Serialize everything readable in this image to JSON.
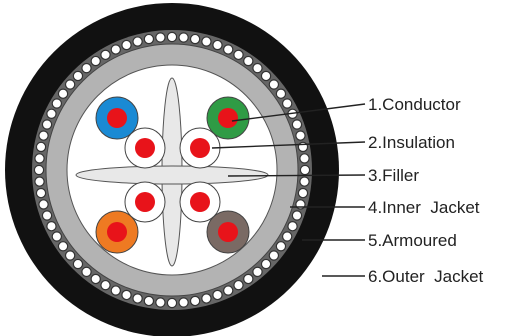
{
  "diagram": {
    "labels": [
      {
        "id": "conductor",
        "text": "1.Conductor"
      },
      {
        "id": "insulation",
        "text": "2.Insulation"
      },
      {
        "id": "filler",
        "text": "3.Filler"
      },
      {
        "id": "inner-jacket",
        "text": "4.Inner  Jacket"
      },
      {
        "id": "armoured",
        "text": "5.Armoured"
      },
      {
        "id": "outer-jacket",
        "text": "6.Outer  Jacket"
      }
    ],
    "colors": {
      "outer_jacket": "#111111",
      "armour_ring": "#666666",
      "armour_wire": "#ffffff",
      "inner_jacket": "#b3b3b3",
      "core_area": "#ffffff",
      "conductor": "#e8131a",
      "insulation_blue": "#1a8ad4",
      "insulation_green": "#2f9b45",
      "insulation_orange": "#ee7a22",
      "insulation_brown": "#7a6a64",
      "insulation_white": "#ffffff",
      "filler": "#e8e8e8"
    }
  }
}
